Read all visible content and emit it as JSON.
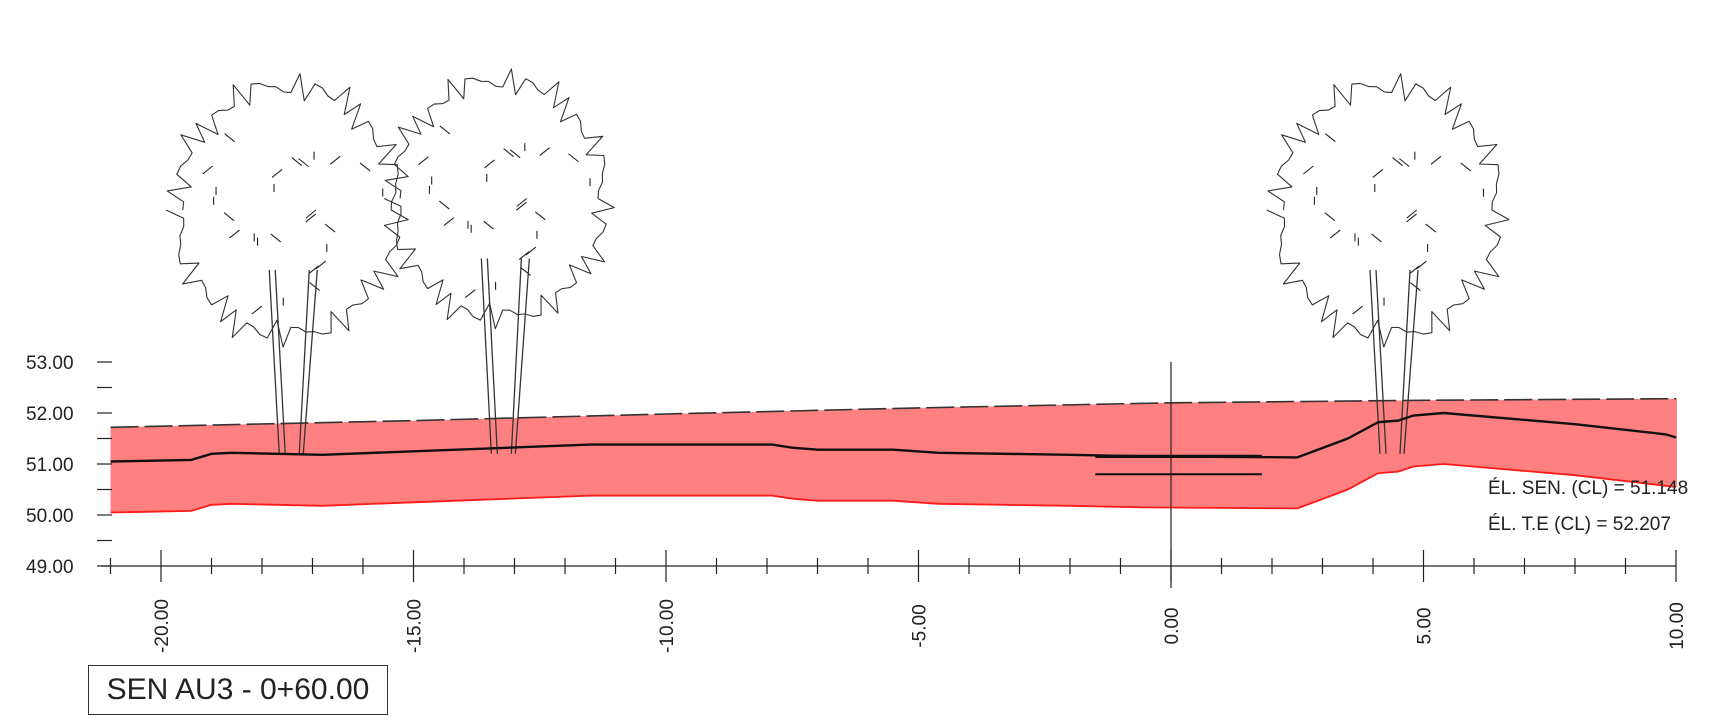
{
  "title": "SEN AU3 - 0+60.00",
  "colors": {
    "band_fill": "#ff8080",
    "profile": "#111111",
    "bottom": "#ff1a1a",
    "top_dashed": "#333333"
  },
  "annotations": {
    "sen_label": "ÉL. SEN. (CL) = 51.148",
    "te_label": "ÉL. T.E (CL) = 52.207"
  },
  "icons": [
    "tree-icon",
    "tree-icon",
    "tree-icon"
  ],
  "chart_data": {
    "type": "area",
    "xlim": [
      -21,
      10
    ],
    "ylim": [
      49,
      53
    ],
    "x_ticks": [
      "-20.00",
      "-15.00",
      "-10.00",
      "-5.00",
      "0.00",
      "5.00",
      "10.00"
    ],
    "y_ticks": [
      "49.00",
      "50.00",
      "51.00",
      "52.00",
      "53.00"
    ],
    "series": [
      {
        "name": "",
        "role": "top_dashed",
        "points": [
          [
            -21.0,
            51.72
          ],
          [
            -15,
            51.85
          ],
          [
            -10,
            51.98
          ],
          [
            -5,
            52.1
          ],
          [
            0,
            52.2
          ],
          [
            5,
            52.25
          ],
          [
            10,
            52.28
          ]
        ]
      },
      {
        "name": "",
        "role": "profile",
        "points": [
          [
            -21.0,
            51.05
          ],
          [
            -19.4,
            51.08
          ],
          [
            -19.0,
            51.2
          ],
          [
            -18.6,
            51.22
          ],
          [
            -16.8,
            51.18
          ],
          [
            -15,
            51.25
          ],
          [
            -11.5,
            51.38
          ],
          [
            -7.9,
            51.38
          ],
          [
            -7.5,
            51.32
          ],
          [
            -7.0,
            51.28
          ],
          [
            -5.5,
            51.28
          ],
          [
            -4.6,
            51.22
          ],
          [
            -2.0,
            51.18
          ],
          [
            -0.5,
            51.15
          ],
          [
            2.5,
            51.13
          ],
          [
            3.5,
            51.5
          ],
          [
            4.1,
            51.82
          ],
          [
            4.5,
            51.85
          ],
          [
            4.8,
            51.95
          ],
          [
            5.4,
            52.0
          ],
          [
            8.0,
            51.78
          ],
          [
            9.8,
            51.58
          ],
          [
            10.0,
            51.52
          ]
        ]
      },
      {
        "name": "",
        "role": "bottom",
        "points": [
          [
            -21.0,
            50.05
          ],
          [
            -19.4,
            50.08
          ],
          [
            -19.0,
            50.2
          ],
          [
            -18.6,
            50.22
          ],
          [
            -16.8,
            50.18
          ],
          [
            -15,
            50.25
          ],
          [
            -11.5,
            50.38
          ],
          [
            -7.9,
            50.38
          ],
          [
            -7.5,
            50.32
          ],
          [
            -7.0,
            50.28
          ],
          [
            -5.5,
            50.28
          ],
          [
            -4.6,
            50.22
          ],
          [
            -2.0,
            50.18
          ],
          [
            -0.5,
            50.15
          ],
          [
            2.5,
            50.13
          ],
          [
            3.5,
            50.5
          ],
          [
            4.1,
            50.82
          ],
          [
            4.5,
            50.85
          ],
          [
            4.8,
            50.95
          ],
          [
            5.4,
            51.0
          ],
          [
            8.0,
            50.78
          ],
          [
            10.0,
            50.55
          ]
        ]
      },
      {
        "name": "",
        "role": "sen_marker_upper",
        "points": [
          [
            -1.5,
            51.15
          ],
          [
            1.8,
            51.15
          ]
        ]
      },
      {
        "name": "",
        "role": "sen_marker_lower",
        "points": [
          [
            -1.5,
            50.8
          ],
          [
            1.8,
            50.8
          ]
        ]
      }
    ],
    "trees_at_x": [
      -17.5,
      -13.3,
      4.0
    ]
  }
}
